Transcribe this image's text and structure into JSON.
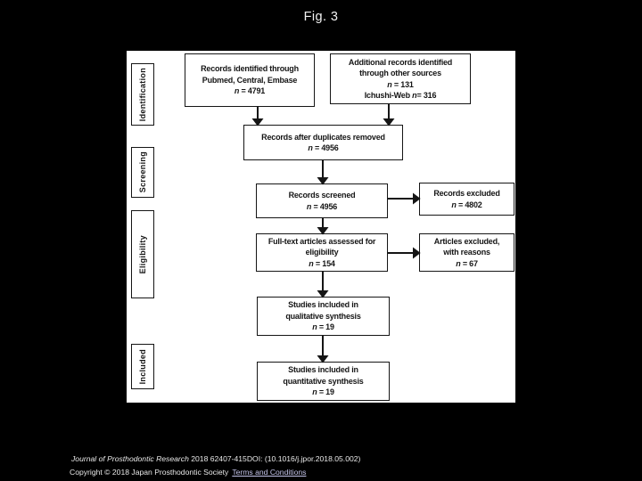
{
  "title": "Fig. 3",
  "sidebar": {
    "stages": [
      {
        "label": "Identification"
      },
      {
        "label": "Screening"
      },
      {
        "label": "Eligibility"
      },
      {
        "label": "Included"
      }
    ]
  },
  "flow": {
    "n_symbol": "n",
    "boxes": {
      "identified": {
        "line1": "Records identified through",
        "line2": "Pubmed, Central, Embase",
        "count": "= 4791"
      },
      "additional": {
        "line1": "Additional records identified",
        "line2": "through other sources",
        "count": "= 131",
        "extra_prefix": "Ichushi-Web ",
        "extra_count": "= 316"
      },
      "duplicates": {
        "line1": "Records after duplicates removed",
        "count": "= 4956"
      },
      "screened": {
        "line1": "Records screened",
        "count": "= 4956"
      },
      "records_excluded": {
        "line1": "Records excluded",
        "count": "= 4802"
      },
      "fulltext": {
        "line1": "Full-text articles assessed for",
        "line2": "eligibility",
        "count": "= 154"
      },
      "articles_excluded": {
        "line1": "Articles excluded,",
        "line2": "with reasons",
        "count": "= 67"
      },
      "qualitative": {
        "line1": "Studies included in",
        "line2": "qualitative synthesis",
        "count": "= 19"
      },
      "quantitative": {
        "line1": "Studies included in",
        "line2": "quantitative synthesis",
        "count": "= 19"
      }
    }
  },
  "footer": {
    "journal_italic": "Journal of Prosthodontic Research",
    "citation": "2018 62407-415DOI: (10.1016/j.jpor.2018.05.002)",
    "copyright": "Copyright © 2018 Japan Prosthodontic Society",
    "link": "Terms and Conditions"
  },
  "colors": {
    "background": "#000000",
    "panel": "#ffffff",
    "ink": "#151515",
    "footer_text": "#e8e8e8",
    "link": "#c4c4ea"
  }
}
